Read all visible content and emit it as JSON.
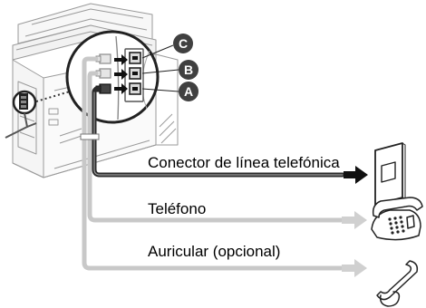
{
  "labels": {
    "telephone_line": "Conector de línea telefónica",
    "telephone": "Teléfono",
    "handset": "Auricular (opcional)"
  },
  "ports": [
    {
      "letter": "C"
    },
    {
      "letter": "B"
    },
    {
      "letter": "A"
    }
  ],
  "colors": {
    "dark_cable": "#2b2b2b",
    "light_cable": "#c8c8c8",
    "badge": "#404040",
    "machine_outline": "#9a9a9a"
  },
  "icons": {
    "wall_jack": "wall-jack-icon",
    "telephone": "telephone-icon",
    "handset": "handset-icon"
  }
}
